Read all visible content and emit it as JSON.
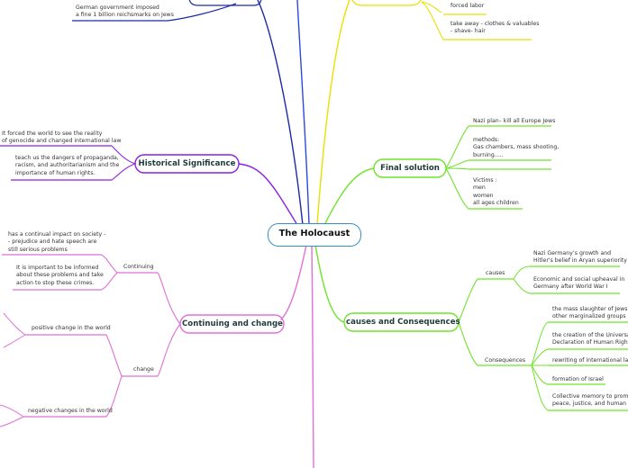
{
  "center": {
    "label": "The Holocaust"
  },
  "colors": {
    "purple": "#8c1ee0",
    "green": "#6fe32a",
    "pink": "#e070d6",
    "yellow": "#e8e000",
    "blue": "#2b49e0",
    "navy": "#1c2aa8",
    "center_border": "#3a8fc2"
  },
  "top_left": {
    "text": "German government imposed\na fine 1 billion reichsmarks on Jews"
  },
  "top_right": {
    "items": [
      "forced labor",
      "take away - clothes & valuables\n- shave- hair"
    ]
  },
  "historical": {
    "title": "Historical Significance",
    "items": [
      "It forced the world to see the reality\nof genocide and changed international law",
      "teach us the dangers of propaganda,\nracism, and authoritarianism and the\nimportance of human rights."
    ]
  },
  "final_solution": {
    "title": "Final solution",
    "items": [
      "Nazi plan– kill all Europe Jews",
      "methods:\nGas chambers, mass shooting,\nburning.....",
      "",
      "Victims :\nmen\nwomen\nall ages children"
    ]
  },
  "continuing_change": {
    "title": "Continuing and change",
    "continuing": {
      "label": "Continuing",
      "items": [
        "has a continual impact on society -\n- prejudice and hate speech are\nstill serious problems",
        "It is important to be informed\nabout these problems and take\naction to stop these crimes."
      ]
    },
    "change": {
      "label": "change",
      "items": [
        "positive change in the world",
        "negative changes in the world"
      ]
    }
  },
  "causes_consequences": {
    "title": "causes and Consequences",
    "causes": {
      "label": "causes",
      "items": [
        "Nazi Germany’s growth and\nHitler's belief in Aryan superiority",
        "Economic and social upheaval in\nGermany after World War I"
      ]
    },
    "consequences": {
      "label": "Consequences",
      "items": [
        "the mass slaughter of Jews and\nother marginalized groups",
        "the creation of the Universal\nDeclaration of Human Rights",
        "rewriting of international law",
        "formation of Israel",
        "Collective memory to promote\npeace, justice, and human rights"
      ]
    }
  }
}
